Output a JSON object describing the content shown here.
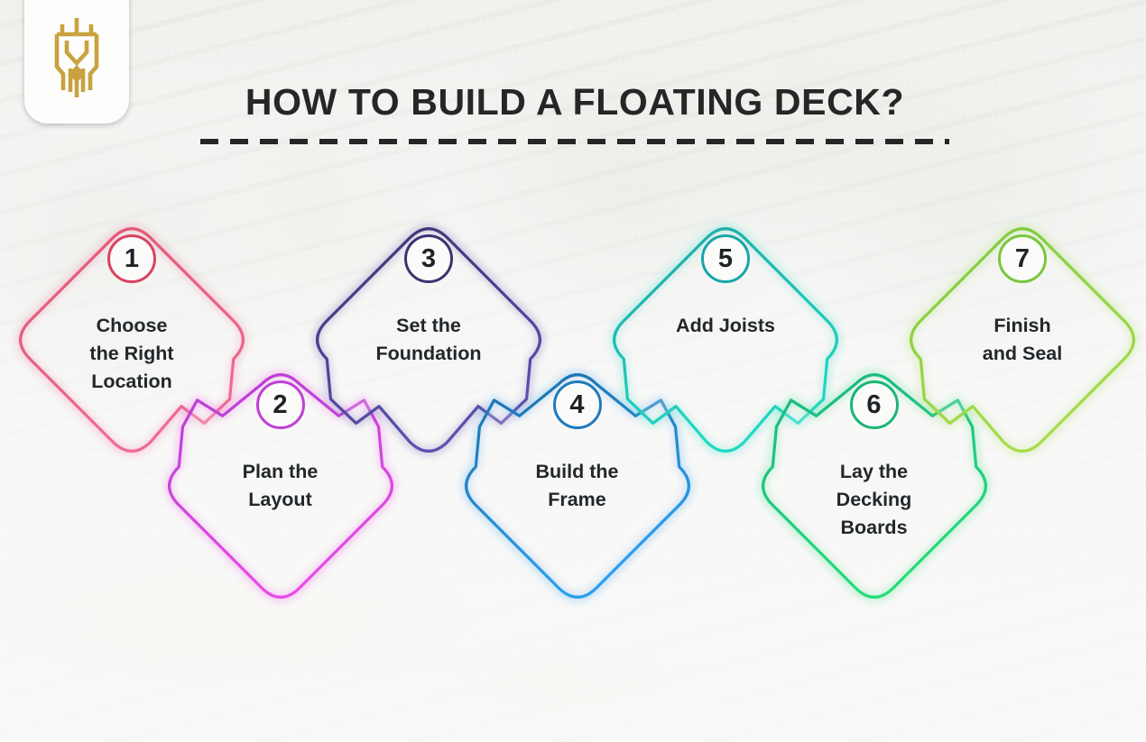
{
  "brand": {
    "logo_icon": "crest-emblem-icon",
    "logo_color": "#c9a23f"
  },
  "heading": {
    "title": "HOW TO BUILD A FLOATING DECK?",
    "rule_color": "#262626"
  },
  "steps": [
    {
      "number": "1",
      "label": "Choose\nthe Right\nLocation",
      "color_start": "#e0566f",
      "color_end": "#f06a96",
      "circle_color": "#d9435f",
      "row": "upper"
    },
    {
      "number": "2",
      "label": "Plan the\nLayout",
      "color_start": "#b13fd0",
      "color_end": "#e94ae8",
      "circle_color": "#c13fd8",
      "row": "lower"
    },
    {
      "number": "3",
      "label": "Set the\nFoundation",
      "color_start": "#3b3470",
      "color_end": "#5c4fae",
      "circle_color": "#3b3470",
      "row": "upper"
    },
    {
      "number": "4",
      "label": "Build the\nFrame",
      "color_start": "#1d6fa8",
      "color_end": "#2a9ff0",
      "circle_color": "#1d7bbd",
      "row": "lower"
    },
    {
      "number": "5",
      "label": "Add Joists",
      "color_start": "#1fa6a8",
      "color_end": "#1fd9c4",
      "circle_color": "#18a6a8",
      "row": "upper"
    },
    {
      "number": "6",
      "label": "Lay the\nDecking\nBoards",
      "color_start": "#18b48a",
      "color_end": "#25dd7a",
      "circle_color": "#19b673",
      "row": "lower"
    },
    {
      "number": "7",
      "label": "Finish\nand Seal",
      "color_start": "#7bc940",
      "color_end": "#a6dc4a",
      "circle_color": "#79c63e",
      "row": "upper"
    }
  ]
}
